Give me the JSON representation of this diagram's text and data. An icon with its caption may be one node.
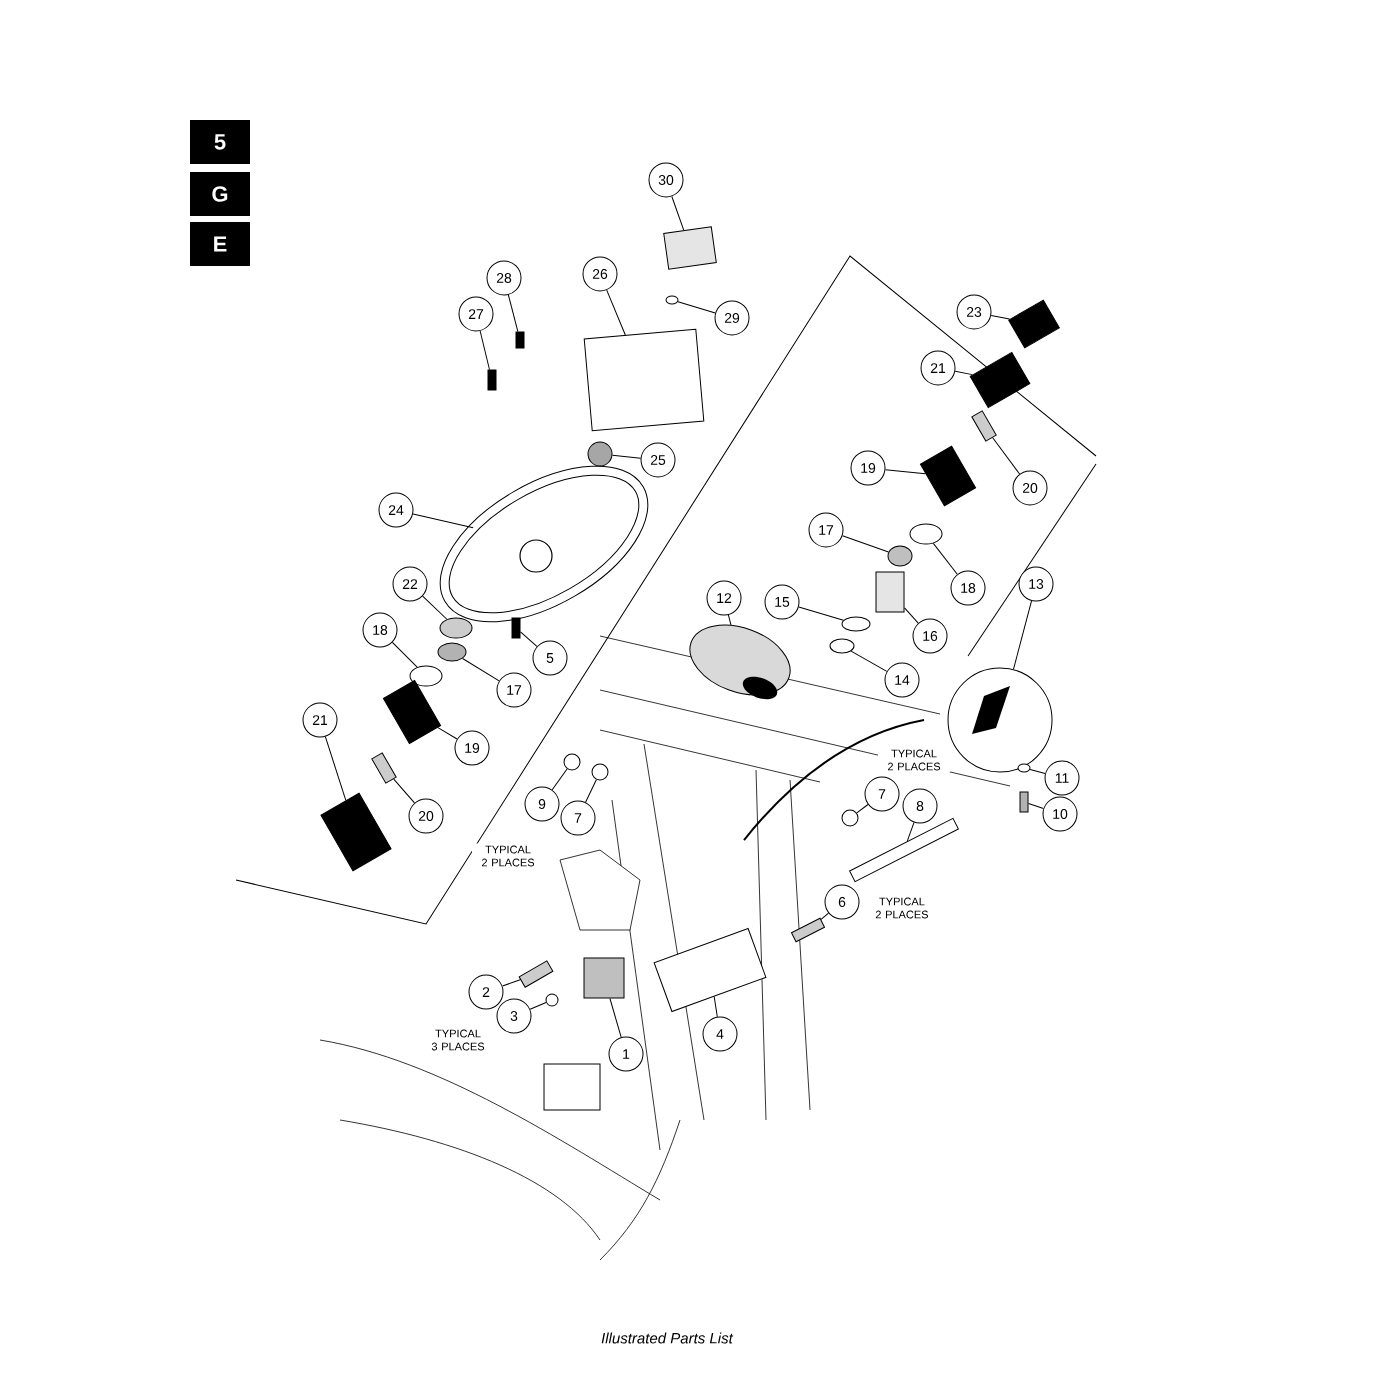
{
  "diagram": {
    "nodes": [
      {
        "text": [
          "5"
        ]
      },
      {
        "text": [
          "G"
        ]
      },
      {
        "text": [
          "E"
        ]
      },
      {
        "text": [
          "30"
        ]
      },
      {
        "text": [
          "26"
        ]
      },
      {
        "text": [
          "28"
        ]
      },
      {
        "text": [
          "23"
        ]
      },
      {
        "text": [
          "27"
        ]
      },
      {
        "text": [
          "29"
        ]
      },
      {
        "text": [
          "21"
        ]
      },
      {
        "text": [
          "25"
        ]
      },
      {
        "text": [
          "19"
        ]
      },
      {
        "text": [
          "20"
        ]
      },
      {
        "text": [
          "24"
        ]
      },
      {
        "text": [
          "17"
        ]
      },
      {
        "text": [
          "22"
        ]
      },
      {
        "text": [
          "13"
        ]
      },
      {
        "text": [
          "18"
        ]
      },
      {
        "text": [
          "12"
        ]
      },
      {
        "text": [
          "15"
        ]
      },
      {
        "text": [
          "18"
        ]
      },
      {
        "text": [
          "16"
        ]
      },
      {
        "text": [
          "5"
        ]
      },
      {
        "text": [
          "14"
        ]
      },
      {
        "text": [
          "17"
        ]
      },
      {
        "text": [
          "21"
        ]
      },
      {
        "text": [
          "19"
        ]
      },
      {
        "text": [
          "11"
        ]
      },
      {
        "text": [
          "7"
        ]
      },
      {
        "text": [
          "9"
        ]
      },
      {
        "text": [
          "8"
        ]
      },
      {
        "text": [
          "20"
        ]
      },
      {
        "text": [
          "7"
        ]
      },
      {
        "text": [
          "10"
        ]
      },
      {
        "text": [
          "6"
        ],
        "beside": [
          "TYPICAL 2 PLACES"
        ]
      },
      {
        "text": [
          "2"
        ]
      },
      {
        "text": [
          "3"
        ]
      },
      {
        "text": [
          "4"
        ]
      },
      {
        "text": [
          "1"
        ]
      },
      {
        "text": [],
        "shape": "box"
      },
      {
        "text": [],
        "shape": "box"
      },
      {
        "text": [],
        "shape": "bar"
      },
      {
        "text": [],
        "shape": "cylinder"
      },
      {
        "text": [],
        "shape": "bar"
      },
      {
        "text": [],
        "shape": "circle"
      },
      {
        "text": [],
        "shape": "cylinder"
      },
      {
        "text": [],
        "shape": "circle"
      },
      {
        "text": [],
        "shape": "cylinder"
      },
      {
        "text": [],
        "shape": "bar"
      },
      {
        "text": [],
        "shape": "circle"
      },
      {
        "text": [],
        "shape": "circle"
      },
      {
        "text": [],
        "shape": "circle"
      },
      {
        "text": [],
        "shape": "circle"
      },
      {
        "text": [],
        "shape": "circle"
      },
      {
        "text": [],
        "shape": "circle"
      },
      {
        "text": [],
        "shape": "circle"
      },
      {
        "text": [],
        "shape": "circle"
      },
      {
        "text": [],
        "shape": "cylinder"
      },
      {
        "text": [],
        "shape": "bar"
      },
      {
        "text": [],
        "shape": "circle"
      },
      {
        "text": [],
        "shape": "circle"
      },
      {
        "text": [],
        "shape": "cylinder"
      },
      {
        "text": [],
        "shape": "cylinder"
      },
      {
        "text": [],
        "shape": "circle"
      },
      {
        "text": [],
        "shape": "circle"
      },
      {
        "text": [],
        "shape": "circle"
      },
      {
        "text": [],
        "shape": "bar"
      },
      {
        "text": [],
        "shape": "bar"
      },
      {
        "text": [],
        "shape": "circle"
      },
      {
        "text": [],
        "shape": "bar"
      },
      {
        "text": [],
        "shape": "bar"
      },
      {
        "text": [],
        "shape": "bar"
      },
      {
        "text": [],
        "shape": "circle"
      },
      {
        "text": [],
        "shape": "box"
      },
      {
        "text": [],
        "shape": "box"
      }
    ],
    "edges": [
      {
        "from": 3,
        "to": 39,
        "arrow": "none"
      },
      {
        "from": 4,
        "to": 40,
        "arrow": "none"
      },
      {
        "from": 5,
        "to": 41,
        "arrow": "none"
      },
      {
        "from": 6,
        "to": 42,
        "arrow": "none"
      },
      {
        "from": 7,
        "to": 43,
        "arrow": "none"
      },
      {
        "from": 8,
        "to": 44,
        "arrow": "none"
      },
      {
        "from": 9,
        "to": 45,
        "arrow": "none"
      },
      {
        "from": 10,
        "to": 46,
        "arrow": "none"
      },
      {
        "from": 11,
        "to": 47,
        "arrow": "none"
      },
      {
        "from": 12,
        "to": 48,
        "arrow": "none"
      },
      {
        "from": 13,
        "to": 49,
        "arrow": "none"
      },
      {
        "from": 14,
        "to": 50,
        "arrow": "none"
      },
      {
        "from": 15,
        "to": 51,
        "arrow": "none"
      },
      {
        "from": 16,
        "to": 52,
        "arrow": "none"
      },
      {
        "from": 17,
        "to": 53,
        "arrow": "none"
      },
      {
        "from": 18,
        "to": 54,
        "arrow": "none"
      },
      {
        "from": 19,
        "to": 55,
        "arrow": "none"
      },
      {
        "from": 20,
        "to": 56,
        "arrow": "none"
      },
      {
        "from": 21,
        "to": 57,
        "arrow": "none"
      },
      {
        "from": 22,
        "to": 58,
        "arrow": "none"
      },
      {
        "from": 23,
        "to": 59,
        "arrow": "none"
      },
      {
        "from": 24,
        "to": 60,
        "arrow": "none"
      },
      {
        "from": 25,
        "to": 61,
        "arrow": "none"
      },
      {
        "from": 26,
        "to": 62,
        "arrow": "none"
      },
      {
        "from": 27,
        "to": 63,
        "arrow": "none"
      },
      {
        "from": 28,
        "to": 64,
        "arrow": "none"
      },
      {
        "from": 29,
        "to": 65,
        "arrow": "none"
      },
      {
        "from": 30,
        "to": 66,
        "arrow": "none"
      },
      {
        "from": 31,
        "to": 67,
        "arrow": "none"
      },
      {
        "from": 32,
        "to": 68,
        "arrow": "none"
      },
      {
        "from": 33,
        "to": 69,
        "arrow": "none"
      },
      {
        "from": 34,
        "to": 70,
        "arrow": "none"
      },
      {
        "from": 35,
        "to": 71,
        "arrow": "none"
      },
      {
        "from": 36,
        "to": 72,
        "arrow": "none"
      },
      {
        "from": 37,
        "to": 73,
        "arrow": "none"
      },
      {
        "from": 38,
        "to": 74,
        "arrow": "none"
      }
    ],
    "labels": [
      "TYPICAL 2 PLACES",
      "TYPICAL 2 PLACES",
      "TYPICAL 3 PLACES",
      "Illustrated Parts List"
    ]
  }
}
